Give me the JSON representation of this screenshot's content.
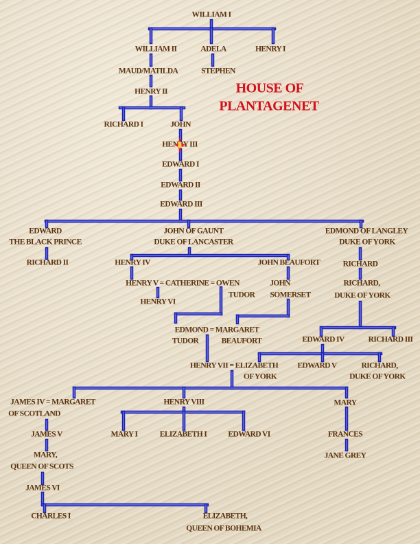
{
  "title": {
    "line1": "HOUSE OF",
    "line2": "PLANTAGENET"
  },
  "colors": {
    "line": "#1c22b4",
    "text": "#5b3410",
    "title": "#d4101a"
  },
  "people": {
    "william1": "WILLIAM I",
    "william2": "WILLIAM II",
    "adela": "ADELA",
    "henry1": "HENRY I",
    "maud": "MAUD/MATILDA",
    "stephen": "STEPHEN",
    "henry2": "HENRY II",
    "richard1": "RICHARD I",
    "john": "JOHN",
    "henry3": "HENRY III",
    "edward1": "EDWARD I",
    "edward2": "EDWARD II",
    "edward3": "EDWARD III",
    "edward_bp1": "EDWARD",
    "edward_bp2": "THE BLACK PRINCE",
    "gaunt1": "JOHN OF GAUNT",
    "gaunt2": "DUKE OF LANCASTER",
    "langley1": "EDMOND OF LANGLEY",
    "langley2": "DUKE OF YORK",
    "richard2": "RICHARD II",
    "henry4": "HENRY IV",
    "john_beaufort": "JOHN BEAUFORT",
    "richard": "RICHARD",
    "henry5_line": "HENRY V = CATHERINE = OWEN",
    "tudor": "TUDOR",
    "john_som1": "JOHN",
    "john_som2": "SOMERSET",
    "richard_doy1": "RICHARD,",
    "richard_doy2": "DUKE OF YORK",
    "henry6": "HENRY VI",
    "edmond_line": "EDMOND = MARGARET",
    "edmond_tudor": "TUDOR",
    "margaret_beaufort": "BEAUFORT",
    "edward4": "EDWARD IV",
    "richard3": "RICHARD III",
    "henry7_line": "HENRY VII = ELIZABETH",
    "of_york": "OF YORK",
    "edward5": "EDWARD V",
    "richard_doy3": "RICHARD,",
    "richard_doy4": "DUKE OF YORK",
    "james4_line": "JAMES IV = MARGARET",
    "of_scotland": "OF SCOTLAND",
    "henry8": "HENRY VIII",
    "mary": "MARY",
    "james5": "JAMES V",
    "mary1": "MARY I",
    "elizabeth1": "ELIZABETH I",
    "edward6": "EDWARD VI",
    "frances": "FRANCES",
    "jane_grey": "JANE GREY",
    "mary_qos1": "MARY,",
    "mary_qos2": "QUEEN OF SCOTS",
    "james6": "JAMES VI",
    "charles1": "CHARLES I",
    "eliz_boh1": "ELIZABETH,",
    "eliz_boh2": "QUEEN OF BOHEMIA"
  }
}
